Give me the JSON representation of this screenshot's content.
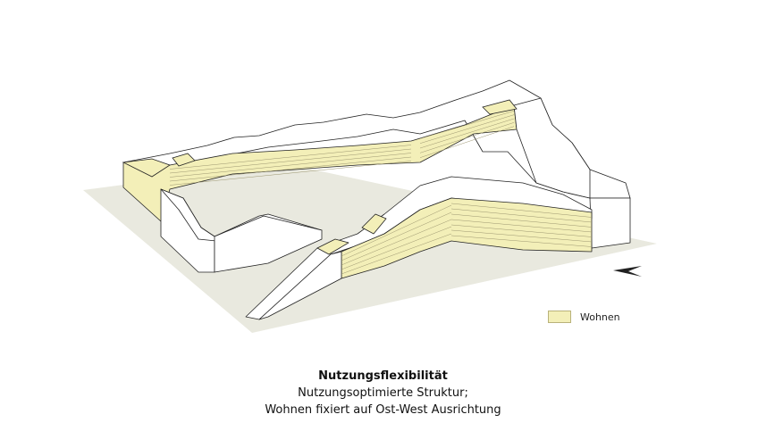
{
  "caption": {
    "title": "Nutzungsflexibilität",
    "line1": "Nutzungsoptimierte Struktur;",
    "line2": "Wohnen fixiert auf Ost-West Ausrichtung"
  },
  "legend": {
    "label": "Wohnen",
    "swatch_color": "#f3efb8"
  },
  "colors": {
    "ground": "#e9e9df",
    "building_face": "#ffffff",
    "building_roof": "#ffffff",
    "outline": "#222222",
    "housing": "#f3efb8"
  },
  "icons": {
    "north": "north-arrow-icon"
  }
}
